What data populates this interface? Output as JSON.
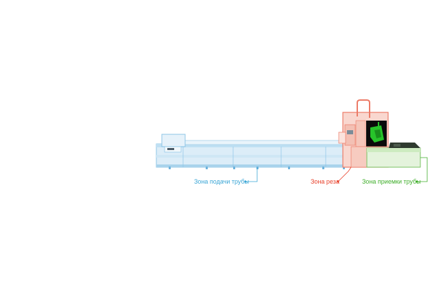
{
  "zones": [
    {
      "id": "feed",
      "label": "Зона подачи трубы",
      "color": "#3aa6d6"
    },
    {
      "id": "cut",
      "label": "Зона реза",
      "color": "#e8402a"
    },
    {
      "id": "receive",
      "label": "Зона приемки трубы",
      "color": "#3fae2a"
    }
  ],
  "colors": {
    "machine_body": "#d9ecf7",
    "machine_frame": "#9ccbe6",
    "cabin_fill": "#f7c9bf",
    "cabin_window": "#0b0b0b",
    "laser_green": "#27c42a",
    "receive_fill": "#e4f3dc"
  }
}
